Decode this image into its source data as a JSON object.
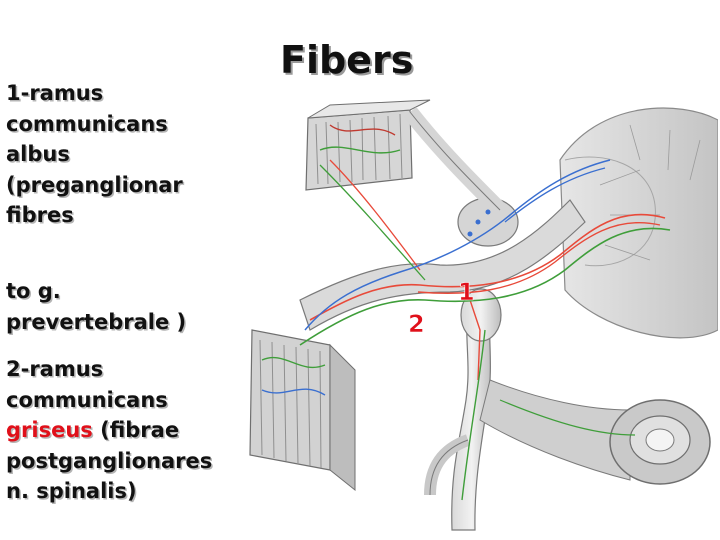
{
  "title": "Fibers",
  "captions": {
    "item1": {
      "line1": "1-ramus",
      "line2": "communicans",
      "line3": "albus",
      "line4": "(preganglionar",
      "line5": "fibres"
    },
    "item1_cont": {
      "line1": "to g.",
      "line2": "prevertebrale )"
    },
    "item2": {
      "line1": "2-ramus",
      "line2": "communicans",
      "line3a": "griseus",
      "line3b": " (fibrae",
      "line4": "postganglionares",
      "line5": "n. spinalis)"
    }
  },
  "figure_labels": {
    "label1": "1",
    "label2": "2"
  },
  "colors": {
    "highlight_red": "#e0101a",
    "preganglionic_fiber": "#e84a3a",
    "postganglionic_fiber": "#3f9e3a",
    "sensory_fiber": "#3a6fd0",
    "tissue_gray": "#cfcfcf"
  }
}
